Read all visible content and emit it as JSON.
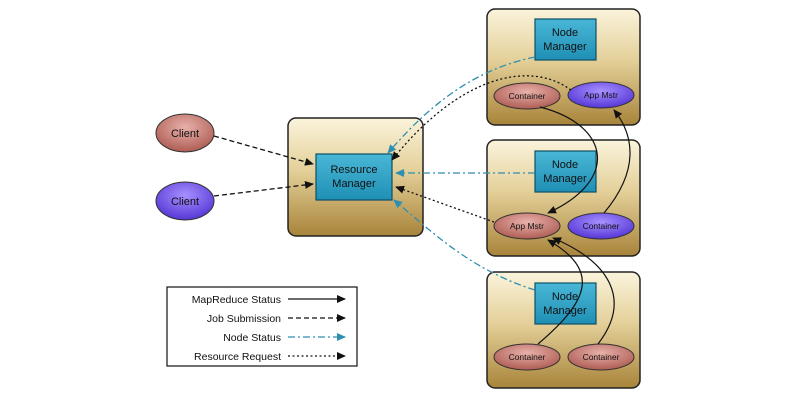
{
  "diagram": {
    "clients": [
      "Client",
      "Client"
    ],
    "resource_manager": {
      "line1": "Resource",
      "line2": "Manager"
    },
    "nodes": [
      {
        "line1": "Node",
        "line2": "Manager",
        "left": "Container",
        "right": "App Mstr"
      },
      {
        "line1": "Node",
        "line2": "Manager",
        "left": "App Mstr",
        "right": "Container"
      },
      {
        "line1": "Node",
        "line2": "Manager",
        "left": "Container",
        "right": "Container"
      }
    ],
    "legend": [
      {
        "label": "MapReduce Status",
        "style": "solid"
      },
      {
        "label": "Job Submission",
        "style": "dashed"
      },
      {
        "label": "Node Status",
        "style": "dashdot"
      },
      {
        "label": "Resource Request",
        "style": "dotted"
      }
    ]
  },
  "colors": {
    "box_top": "#fbf4dc",
    "box_bottom": "#b08c3e",
    "manager_fill": "#2fa4c6",
    "red_ellipse": "#c07a72",
    "purple_ellipse": "#6f4fe6",
    "node_status_line": "#2e8fb0"
  }
}
